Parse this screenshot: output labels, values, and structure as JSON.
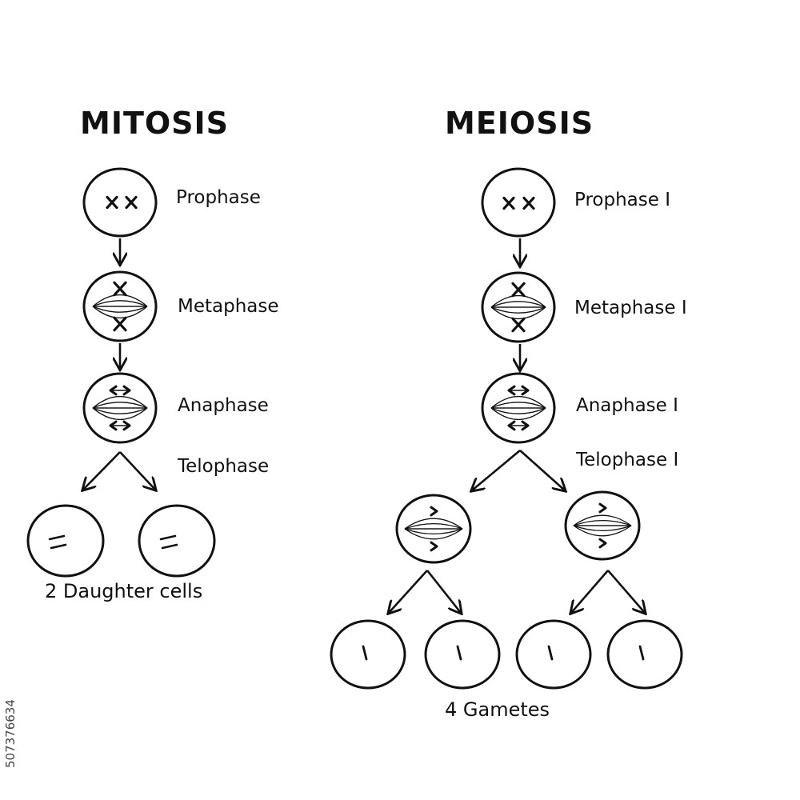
{
  "colors": {
    "ink": "#111111",
    "background": "#ffffff"
  },
  "mitosis": {
    "title": "MITOSIS",
    "phases": [
      "Prophase",
      "Metaphase",
      "Anaphase",
      "Telophase"
    ],
    "result": "2 Daughter cells"
  },
  "meiosis": {
    "title": "MEIOSIS",
    "phases": [
      "Prophase I",
      "Metaphase I",
      "Anaphase I",
      "Telophase I"
    ],
    "result": "4 Gametes"
  },
  "stock_id": "507376634"
}
